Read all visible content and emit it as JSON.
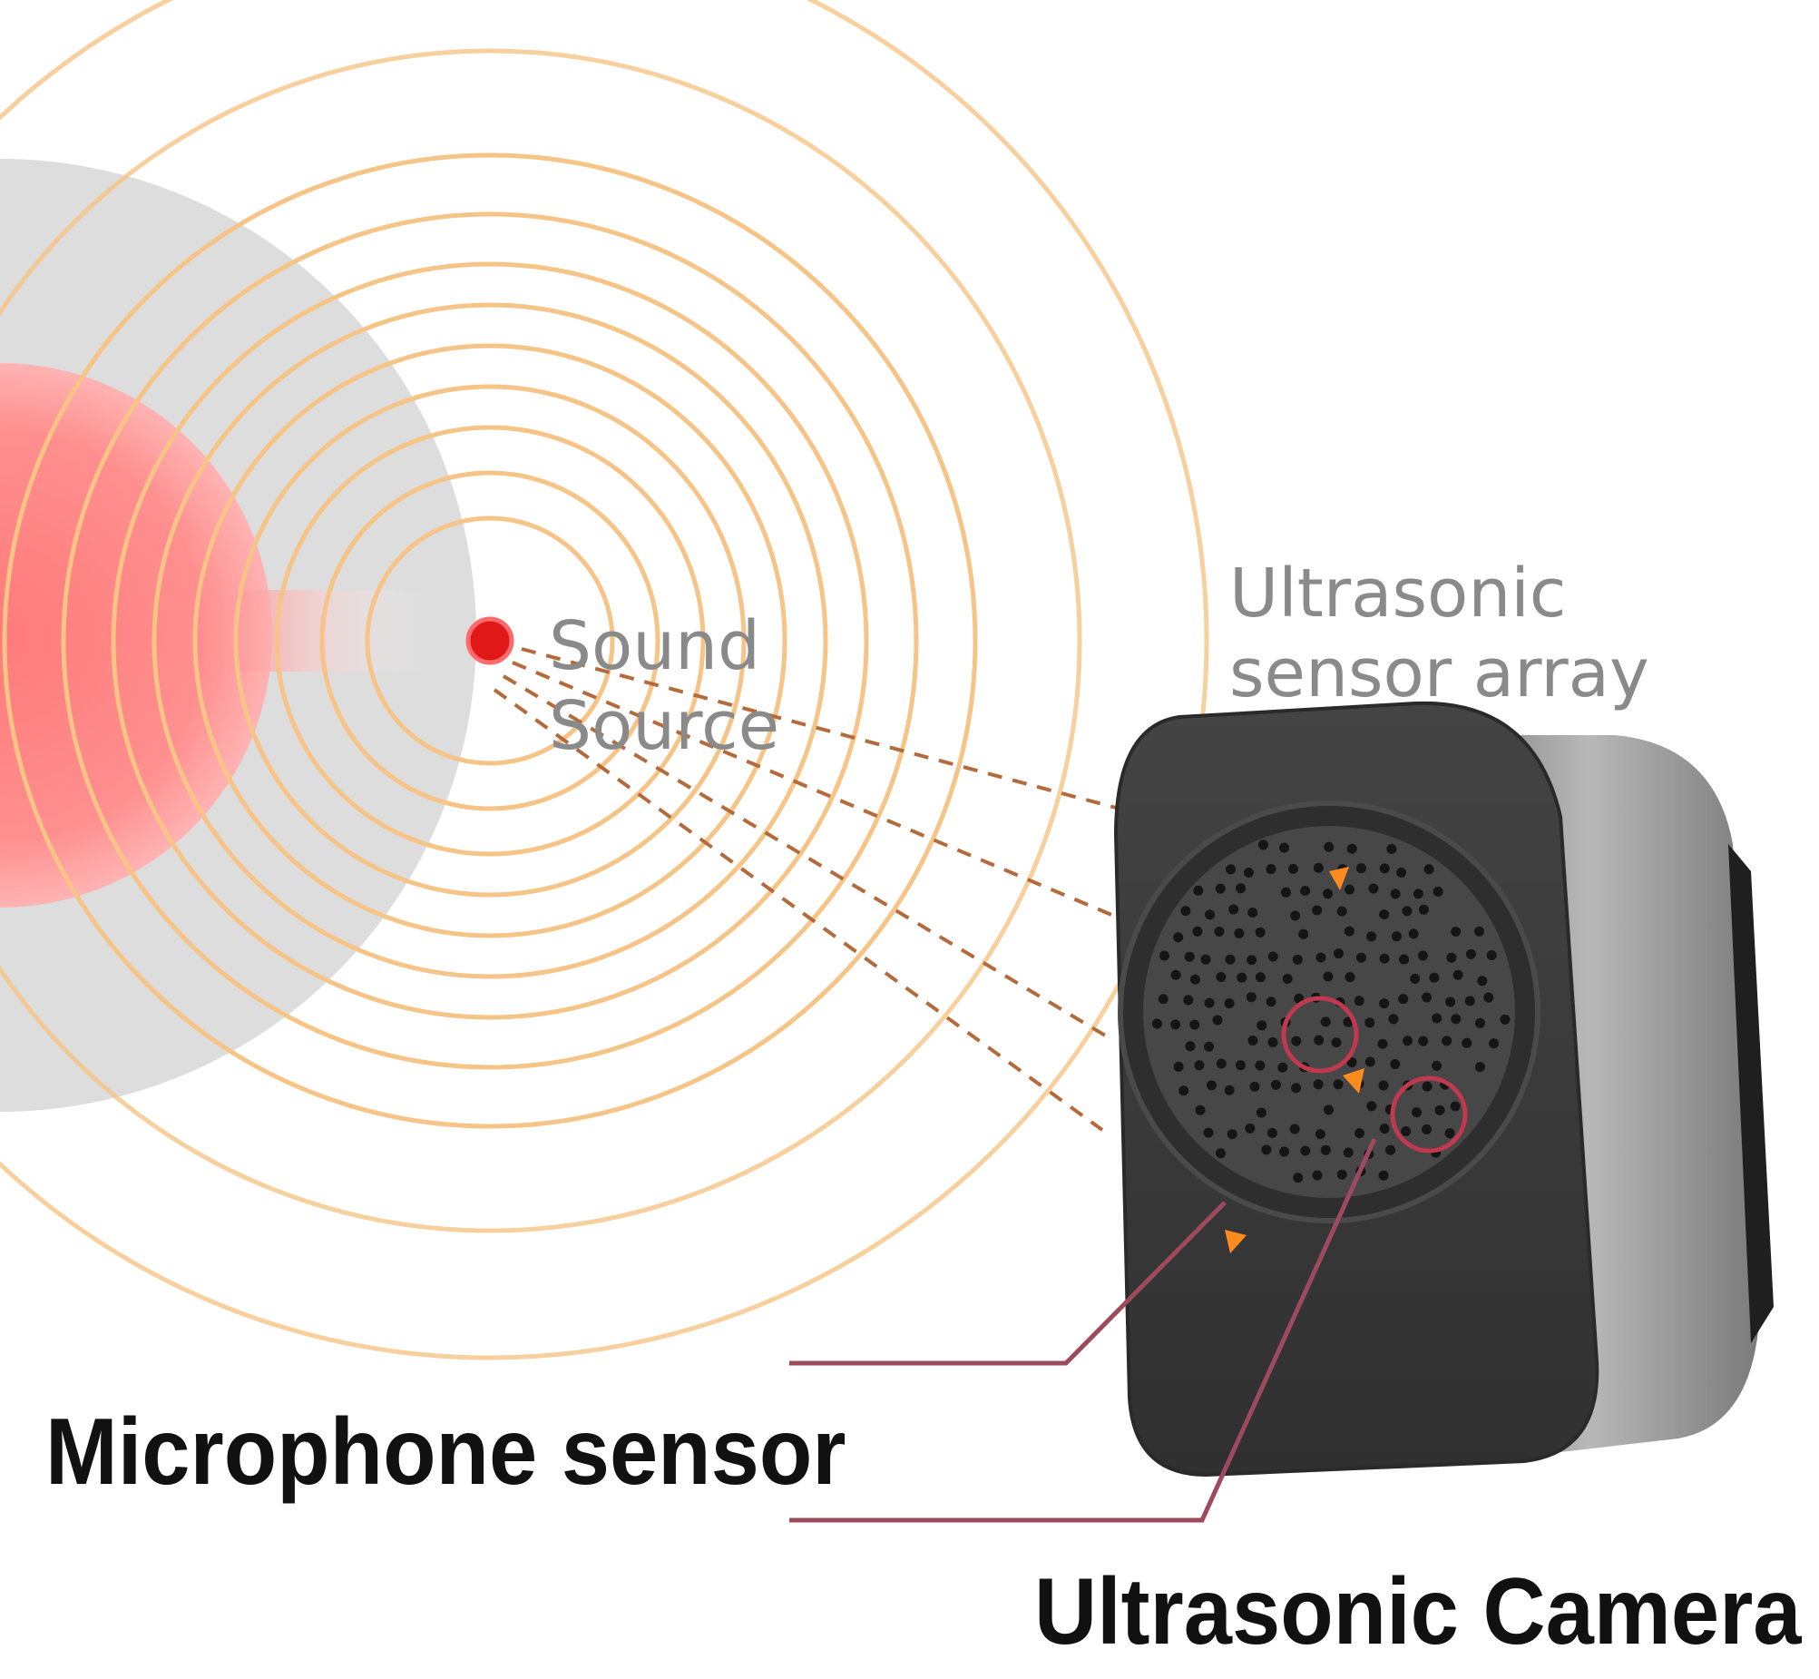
{
  "diagram": {
    "labels": {
      "sound_source": [
        "Sound",
        "Source"
      ],
      "sensor_array": [
        "Ultrasonic",
        "sensor array"
      ],
      "microphone": "Microphone sensor",
      "camera": "Ultrasonic Camera"
    },
    "colors": {
      "wave_ring": "#f6c486",
      "source_dot": "#e01818",
      "hot_zone": "#ff8c8c",
      "cold_zone": "#d9d9d9",
      "device_body": "#3a3a3a",
      "device_side": "#9a9a9a",
      "leader_line": "#9c4a5c",
      "dashed_ray": "#b46a3a",
      "marker": "#ff8a1e"
    }
  }
}
